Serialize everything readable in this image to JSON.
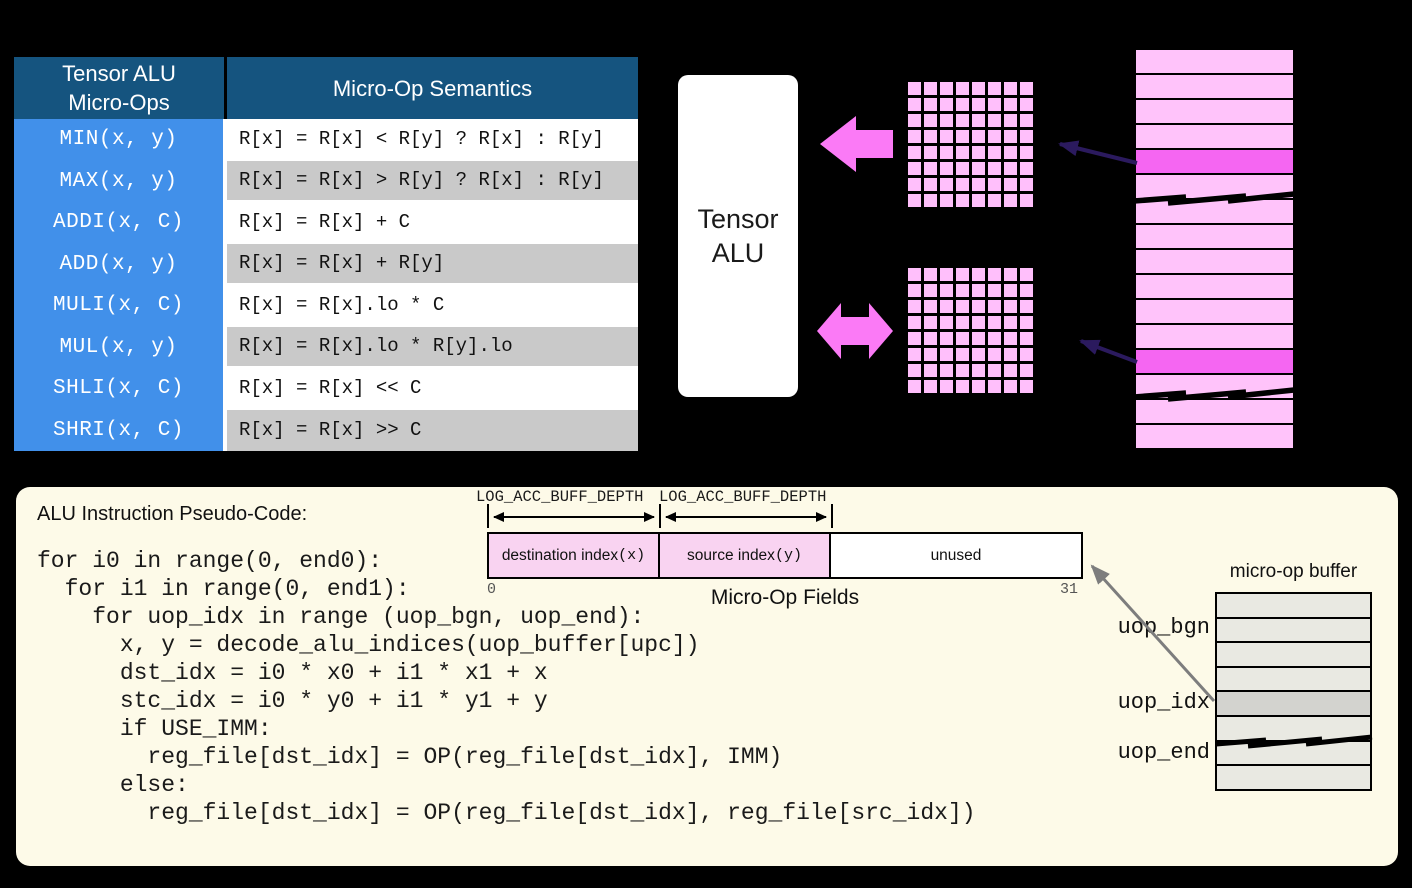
{
  "colors": {
    "background": "#000000",
    "table_header_bg": "#15547F",
    "table_ops_bg": "#4190EA",
    "table_row_alt_bg": "#C9C9C9",
    "tensor_grid_pink": "#FFBFFB",
    "register_row_pink": "#FFC3FA",
    "register_row_highlight": "#F566F2",
    "flow_arrow_pink": "#FB7AF6",
    "pointer_arrow_purple": "#2B1A5E",
    "pointer_arrow_gray": "#7D7D7D",
    "panel_bg": "#FDFAE8",
    "field_cell_pink": "#F9D3F1",
    "buffer_row_bg": "#E9E9E2",
    "buffer_row_highlight": "#D3D3CF"
  },
  "micro_op_table": {
    "header_left": "Tensor ALU\nMicro-Ops",
    "header_right": "Micro-Op Semantics",
    "rows": [
      {
        "op": "MIN(x, y)",
        "semantics": "R[x] = R[x] < R[y] ? R[x] : R[y]"
      },
      {
        "op": "MAX(x, y)",
        "semantics": "R[x] = R[x] > R[y] ? R[x] : R[y]"
      },
      {
        "op": "ADDI(x, C)",
        "semantics": "R[x] = R[x] + C"
      },
      {
        "op": "ADD(x, y)",
        "semantics": "R[x] = R[x] + R[y]"
      },
      {
        "op": "MULI(x, C)",
        "semantics": "R[x] = R[x].lo * C"
      },
      {
        "op": "MUL(x, y)",
        "semantics": "R[x] = R[x].lo * R[y].lo"
      },
      {
        "op": "SHLI(x, C)",
        "semantics": "R[x] = R[x] << C"
      },
      {
        "op": "SHRI(x, C)",
        "semantics": "R[x] = R[x] >> C"
      }
    ]
  },
  "tensor_alu": {
    "label": "Tensor\nALU"
  },
  "tensor_grid": {
    "rows": 8,
    "cols": 8
  },
  "register_file": {
    "rows": 16,
    "highlighted": [
      4,
      12
    ]
  },
  "pseudo_code": {
    "title": "ALU Instruction Pseudo-Code:",
    "code": "for i0 in range(0, end0):\n  for i1 in range(0, end1):\n    for uop_idx in range (uop_bgn, uop_end):\n      x, y = decode_alu_indices(uop_buffer[upc])\n      dst_idx = i0 * x0 + i1 * x1 + x\n      stc_idx = i0 * y0 + i1 * y1 + y\n      if USE_IMM:\n        reg_file[dst_idx] = OP(reg_file[dst_idx], IMM)\n      else:\n        reg_file[dst_idx] = OP(reg_file[dst_idx], reg_file[src_idx])"
  },
  "micro_op_fields": {
    "depth_label_left": "LOG_ACC_BUFF_DEPTH",
    "depth_label_right": "LOG_ACC_BUFF_DEPTH",
    "fields": [
      {
        "label": "destination index ",
        "var": "(x)"
      },
      {
        "label": "source index ",
        "var": "(y)"
      },
      {
        "label": "unused",
        "var": ""
      }
    ],
    "bit_start": "0",
    "bit_end": "31",
    "caption": "Micro-Op Fields"
  },
  "uop_buffer": {
    "title": "micro-op buffer",
    "rows": 8,
    "highlighted": [
      4
    ],
    "labels": {
      "begin": "uop_bgn",
      "index": "uop_idx",
      "end": "uop_end"
    }
  }
}
